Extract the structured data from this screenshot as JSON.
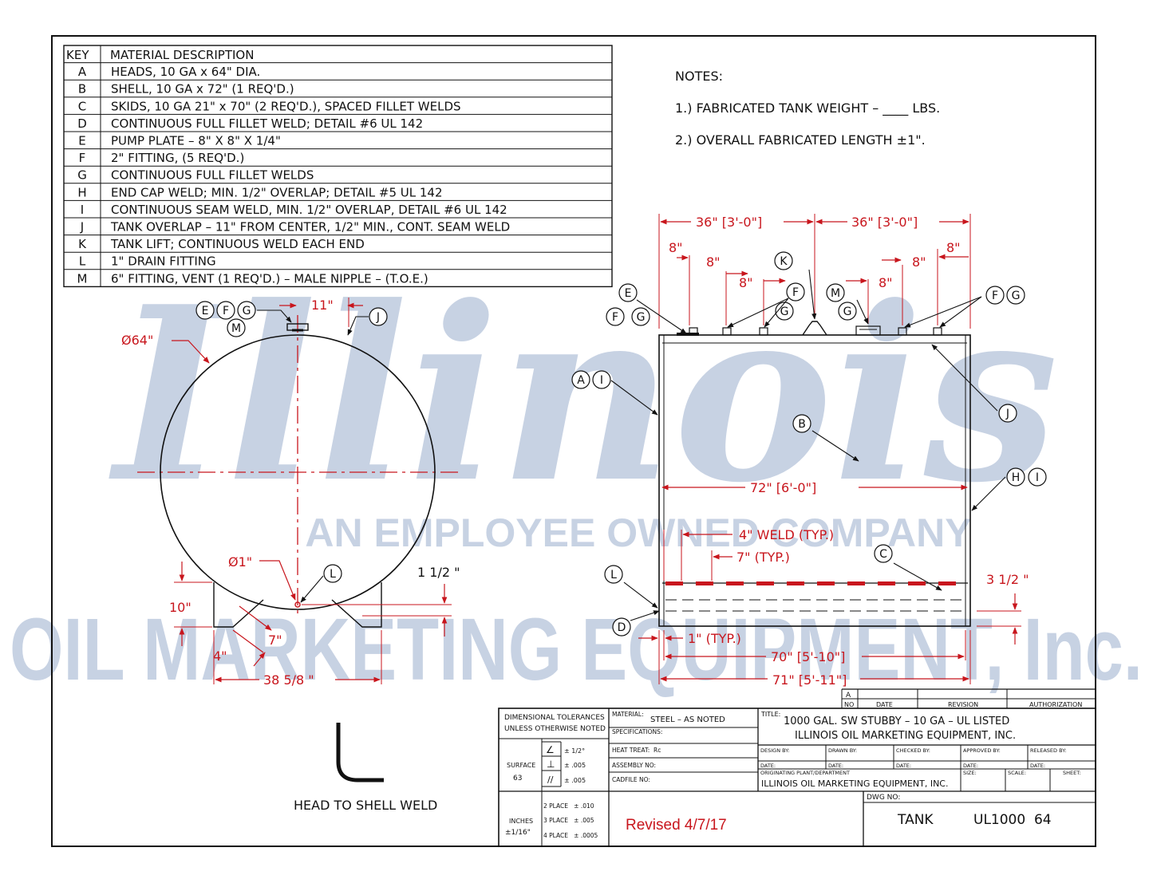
{
  "watermark": {
    "script": "Illinois",
    "tagline": "AN EMPLOYEE OWNED COMPANY",
    "company": "OIL MARKETING EQUIPMENT, Inc."
  },
  "material_table": {
    "header_key": "KEY",
    "header_desc": "MATERIAL DESCRIPTION",
    "rows": [
      {
        "key": "A",
        "desc": "HEADS, 10 GA x 64\" DIA."
      },
      {
        "key": "B",
        "desc": "SHELL, 10 GA x 72\" (1 REQ'D.)"
      },
      {
        "key": "C",
        "desc": "SKIDS, 10 GA 21\" x 70\" (2 REQ'D.), SPACED FILLET WELDS"
      },
      {
        "key": "D",
        "desc": "CONTINUOUS FULL FILLET WELD; DETAIL #6 UL 142"
      },
      {
        "key": "E",
        "desc": "PUMP PLATE – 8\" X 8\" X 1/4\""
      },
      {
        "key": "F",
        "desc": "2\" FITTING, (5 REQ'D.)"
      },
      {
        "key": "G",
        "desc": "CONTINUOUS FULL FILLET WELDS"
      },
      {
        "key": "H",
        "desc": "END CAP WELD; MIN. 1/2\" OVERLAP; DETAIL #5 UL 142"
      },
      {
        "key": "I",
        "desc": "CONTINUOUS SEAM WELD, MIN. 1/2\" OVERLAP, DETAIL #6 UL 142"
      },
      {
        "key": "J",
        "desc": "TANK OVERLAP – 11\" FROM CENTER, 1/2\" MIN., CONT. SEAM WELD"
      },
      {
        "key": "K",
        "desc": "TANK LIFT; CONTINUOUS WELD EACH END"
      },
      {
        "key": "L",
        "desc": "1\" DRAIN FITTING"
      },
      {
        "key": "M",
        "desc": "6\" FITTING, VENT (1 REQ'D.) – MALE NIPPLE – (T.O.E.)"
      }
    ]
  },
  "notes": {
    "heading": "NOTES:",
    "items": [
      "1.) FABRICATED TANK WEIGHT – ____ LBS.",
      "2.) OVERALL FABRICATED LENGTH ±1\"."
    ]
  },
  "end_view": {
    "dim_diameter": "Ø64\"",
    "dim_overlap": "11\"",
    "dim_drain": "Ø1\"",
    "dim_drain_height": "1 1/2 \"",
    "dim_skid_height": "10\"",
    "dim_skid_foot": "4\"",
    "dim_skid_angle": "7\"",
    "dim_skid_span": "38 5/8 \"",
    "bubbles": [
      "E",
      "F",
      "G",
      "M",
      "J",
      "L"
    ]
  },
  "side_view": {
    "dim_top_left": "36\" [3'-0\"]",
    "dim_top_right": "36\" [3'-0\"]",
    "dim_8": "8\"",
    "dim_length": "72\" [6'-0\"]",
    "dim_weld": "4\" WELD (TYP.)",
    "dim_spacing": "7\" (TYP.)",
    "dim_skid_rise": "3 1/2 \"",
    "dim_inset": "1\" (TYP.)",
    "dim_skid_len": "70\" [5'-10\"]",
    "dim_overall": "71\" [5'-11\"]",
    "bubbles": [
      "E",
      "F",
      "G",
      "K",
      "M",
      "A",
      "I",
      "B",
      "J",
      "H",
      "C",
      "L",
      "D"
    ]
  },
  "detail": {
    "label": "HEAD TO SHELL WELD"
  },
  "title_block": {
    "tol_title_1": "DIMENSIONAL TOLERANCES",
    "tol_title_2": "UNLESS OTHERWISE NOTED",
    "surface": "SURFACE",
    "surface_val": "63",
    "tol_angle": "± 1/2°",
    "tol_perp": "± .005",
    "tol_par": "± .005",
    "inches": "INCHES",
    "inches_tol": "±1/16\"",
    "place2": "2 PLACE   ± .010",
    "place3": "3 PLACE   ± .005",
    "place4": "4 PLACE   ± .0005",
    "material_label": "MATERIAL:",
    "material_val": "STEEL – AS NOTED",
    "specifications": "SPECIFICATIONS:",
    "heat_treat": "HEAT TREAT:  Rc",
    "assembly_no": "ASSEMBLY NO:",
    "cadfile_no": "CADFILE NO:",
    "revised": "Revised 4/7/17",
    "title_label": "TITLE:",
    "title_1": "1000 GAL. SW STUBBY – 10 GA – UL LISTED",
    "title_2": "ILLINOIS OIL MARKETING EQUIPMENT, INC.",
    "design_by": "DESIGN BY:",
    "drawn_by": "DRAWN BY:",
    "checked_by": "CHECKED BY:",
    "approved_by": "APPROVED BY:",
    "released_by": "RELEASED BY:",
    "date": "DATE:",
    "originating": "ORIGINATING PLANT/DEPARTMENT",
    "originating_val": "ILLINOIS OIL MARKETING EQUIPMENT, INC.",
    "size": "SIZE:",
    "scale": "SCALE:",
    "sheet": "SHEET:",
    "dwg_no_label": "DWG NO:",
    "dwg_no_1": "TANK",
    "dwg_no_2": "UL1000  64",
    "rev_a": "A",
    "rev_no": "NO",
    "rev_date": "DATE",
    "rev_revision": "REVISION",
    "rev_auth": "AUTHORIZATION"
  },
  "colors": {
    "ink": "#111111",
    "dimension_red": "#c8161d",
    "watermark": "#b5c3da"
  }
}
